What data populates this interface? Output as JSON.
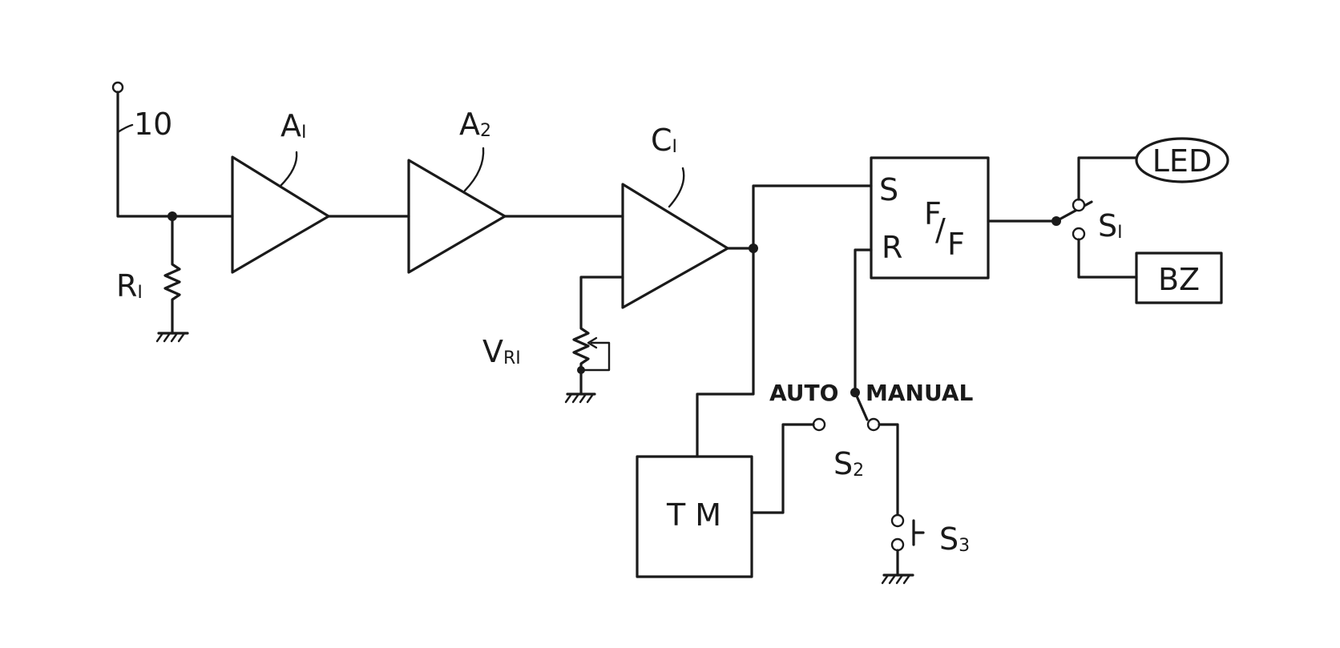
{
  "labels": {
    "input_ref": "10",
    "r1_main": "R",
    "r1_sub": "I",
    "a1_main": "A",
    "a1_sub": "I",
    "a2_main": "A",
    "a2_sub": "2",
    "c1_main": "C",
    "c1_sub": "I",
    "vr1_main": "V",
    "vr1_sub": "RI",
    "ff_s": "S",
    "ff_r": "R",
    "ff_f1": "F",
    "ff_slash": "/",
    "ff_f2": "F",
    "s1_main": "S",
    "s1_sub": "I",
    "led": "LED",
    "bz": "BZ",
    "auto": "AUTO",
    "manual": "MANUAL",
    "s2_main": "S",
    "s2_sub": "2",
    "s3_main": "S",
    "s3_sub": "3",
    "tm": "T M"
  }
}
